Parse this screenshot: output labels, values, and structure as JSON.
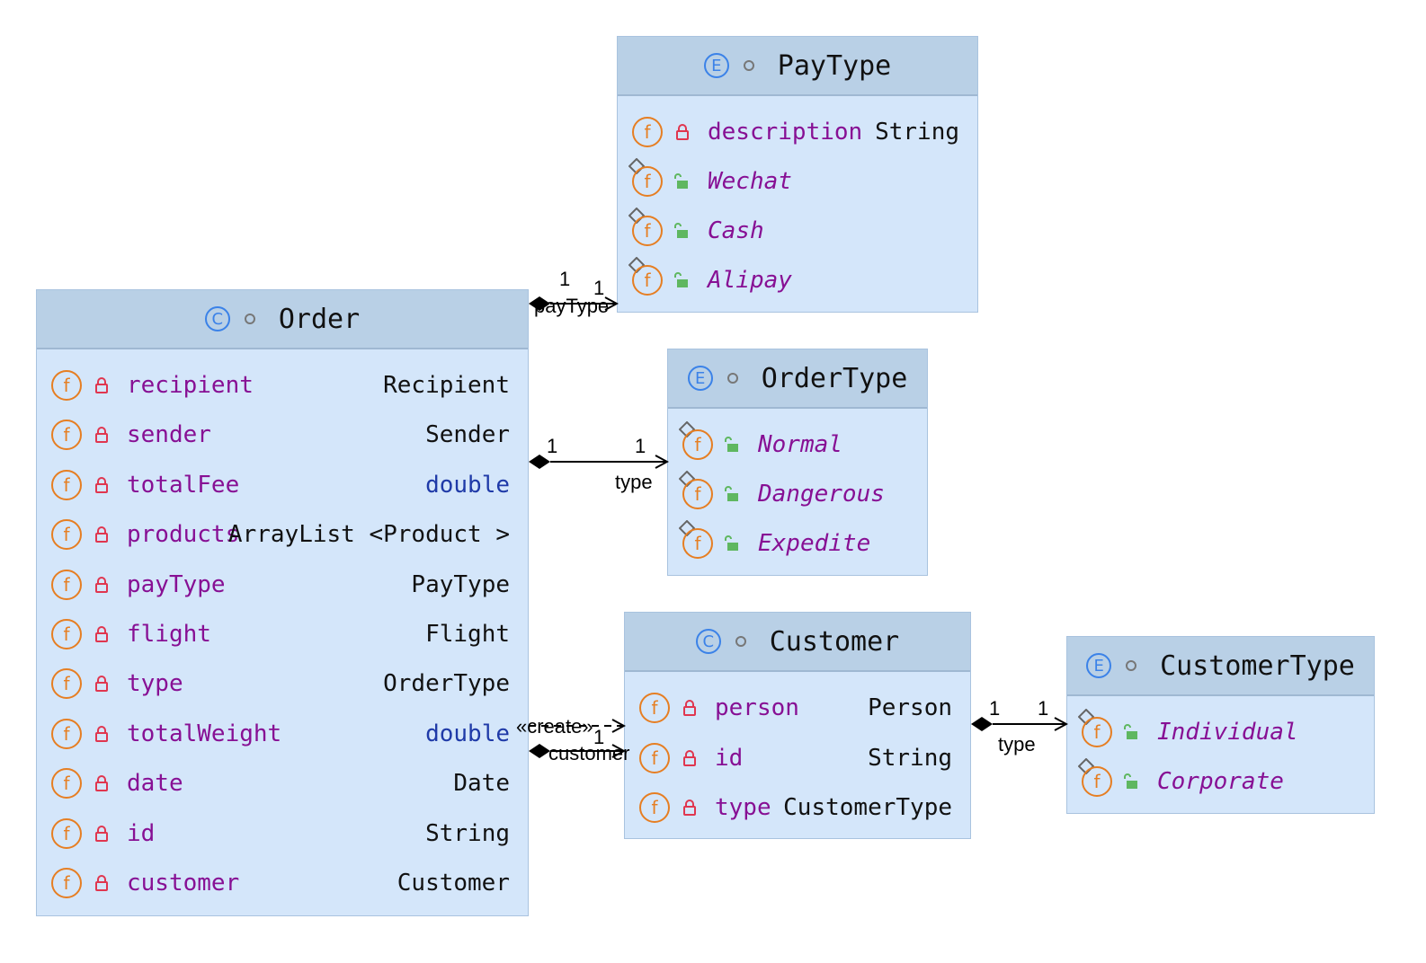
{
  "classes": {
    "paytype": {
      "kind": "E",
      "name": "PayType",
      "fields": [
        {
          "name": "description",
          "type": "String",
          "static": false
        },
        {
          "name": "Wechat",
          "type": "",
          "static": true
        },
        {
          "name": "Cash",
          "type": "",
          "static": true
        },
        {
          "name": "Alipay",
          "type": "",
          "static": true
        }
      ]
    },
    "order": {
      "kind": "C",
      "name": "Order",
      "fields": [
        {
          "name": "recipient",
          "type": "Recipient"
        },
        {
          "name": "sender",
          "type": "Sender"
        },
        {
          "name": "totalFee",
          "type": "double"
        },
        {
          "name": "products",
          "type": "ArrayList <Product >"
        },
        {
          "name": "payType",
          "type": "PayType"
        },
        {
          "name": "flight",
          "type": "Flight"
        },
        {
          "name": "type",
          "type": "OrderType"
        },
        {
          "name": "totalWeight",
          "type": "double"
        },
        {
          "name": "date",
          "type": "Date"
        },
        {
          "name": "id",
          "type": "String"
        },
        {
          "name": "customer",
          "type": "Customer"
        }
      ]
    },
    "ordertype": {
      "kind": "E",
      "name": "OrderType",
      "fields": [
        {
          "name": "Normal"
        },
        {
          "name": "Dangerous"
        },
        {
          "name": "Expedite"
        }
      ]
    },
    "customer": {
      "kind": "C",
      "name": "Customer",
      "fields": [
        {
          "name": "person",
          "type": "Person"
        },
        {
          "name": "id",
          "type": "String"
        },
        {
          "name": "type",
          "type": "CustomerType"
        }
      ]
    },
    "customertype": {
      "kind": "E",
      "name": "CustomerType",
      "fields": [
        {
          "name": "Individual"
        },
        {
          "name": "Corporate"
        }
      ]
    }
  },
  "relations": {
    "order_paytype": {
      "source_mult": "1",
      "target_mult": "1",
      "label": "payType"
    },
    "order_ordertype": {
      "source_mult": "1",
      "target_mult": "1",
      "label": "type"
    },
    "order_customer_create": {
      "label": "«create»"
    },
    "order_customer": {
      "target_mult": "1",
      "label": "customer"
    },
    "customer_customertype": {
      "source_mult": "1",
      "target_mult": "1",
      "label": "type"
    }
  },
  "icons": {
    "field": "f-icon",
    "private": "lock-icon",
    "public_static": "open-lock-icon",
    "kind_marker": "circle-letter-icon",
    "visibility": "dot-icon"
  },
  "colors": {
    "box_bg": "#d4e6fa",
    "header_bg": "#b9d0e6",
    "field_name": "#871094",
    "primitive_type": "#1f3aa8",
    "kind_icon": "#3b82e8",
    "field_icon": "#e67e22",
    "private_lock": "#e0364f",
    "static_lock": "#5fb760"
  }
}
